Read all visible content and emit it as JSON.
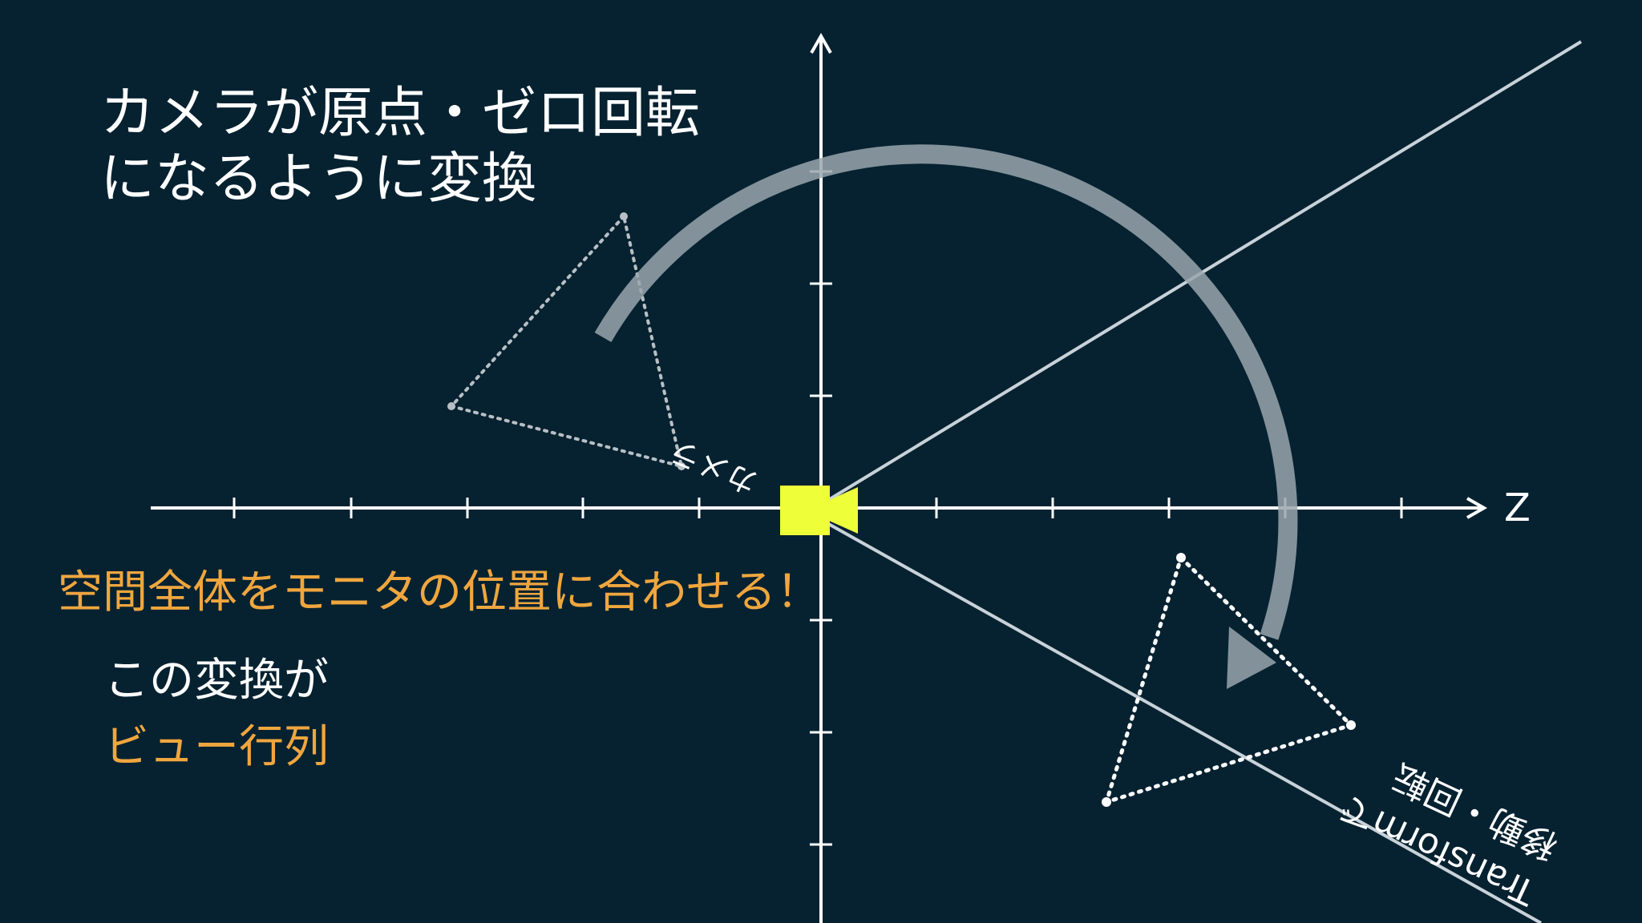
{
  "heading": {
    "line1": "カメラが原点・ゼロ回転",
    "line2": "になるように変換"
  },
  "main_statement": "空間全体をモニタの位置に合わせる！",
  "view_matrix_note": {
    "line1": "この変換が",
    "line2": "ビュー行列"
  },
  "axis": {
    "z_label": "Z"
  },
  "labels": {
    "original_camera": "カメラ",
    "transform_line1": "Transformで",
    "transform_line2": "移動・回転"
  },
  "colors": {
    "background": "#062231",
    "axis": "#ffffff",
    "frustum_line": "#c8d2d8",
    "rotation_arrow": "#9aa6ad",
    "camera_marker": "#eeff3a",
    "orange_text": "#f0a63e"
  }
}
